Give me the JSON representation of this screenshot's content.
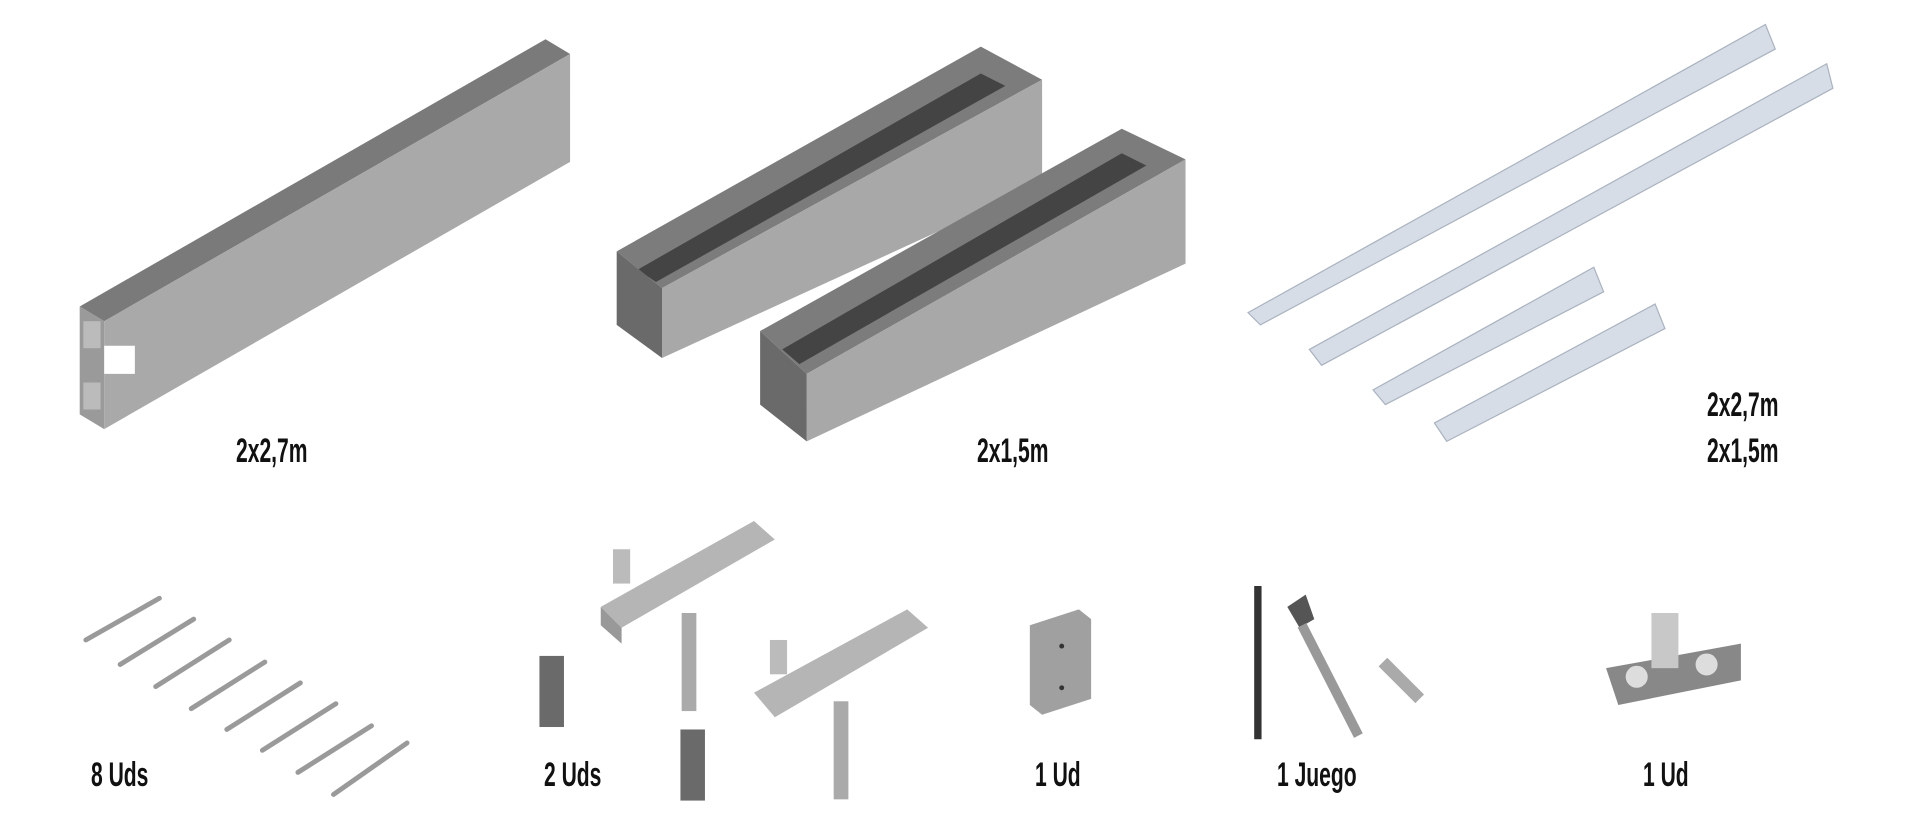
{
  "items": [
    {
      "name": "profile-rectangular",
      "label": "2x2,7m"
    },
    {
      "name": "profile-slotted",
      "label": "2x1,5m"
    },
    {
      "name": "rails",
      "label_line1": "2x2,7m",
      "label_line2": "2x1,5m"
    },
    {
      "name": "screws",
      "label": "8 Uds"
    },
    {
      "name": "hinge-hardware",
      "label": "2 Uds"
    },
    {
      "name": "plate",
      "label": "1 Ud"
    },
    {
      "name": "drill-bits",
      "label": "1 Juego"
    },
    {
      "name": "guide-bracket",
      "label": "1 Ud"
    }
  ],
  "colors": {
    "metal_dark": "#767676",
    "metal_mid": "#a6a6a6",
    "metal_light": "#c2c2c2",
    "rail": "#d6dde6"
  }
}
